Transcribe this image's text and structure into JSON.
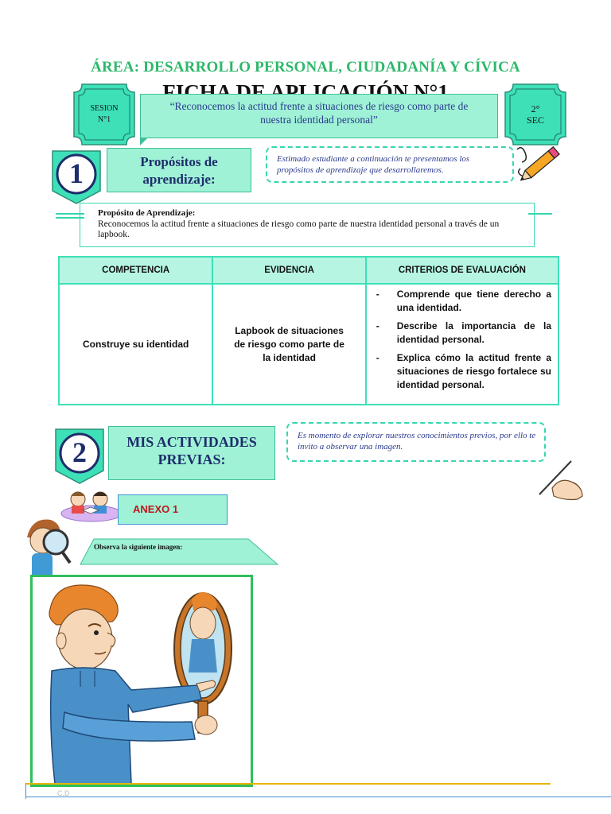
{
  "header": {
    "area": "ÁREA: DESARROLLO PERSONAL, CIUDADANÍA Y CÍVICA",
    "ficha": "FICHA DE APLICACIÓN N°1",
    "session_line1": "SESION",
    "session_line2": "N°1",
    "grade_line1": "2°",
    "grade_line2": "SEC",
    "title": "“Reconocemos la actitud frente a situaciones de riesgo como parte de nuestra identidad personal”"
  },
  "section1": {
    "number": "1",
    "heading": "Propósitos de aprendizaje:",
    "note": "Estimado estudiante a continuación te presentamos los propósitos de aprendizaje que desarrollaremos.",
    "purpose_label": "Propósito de Aprendizaje:",
    "purpose_text": "Reconocemos la actitud frente a situaciones de riesgo como parte de nuestra identidad personal a través de un lapbook."
  },
  "table": {
    "headers": [
      "COMPETENCIA",
      "EVIDENCIA",
      "CRITERIOS DE EVALUACIÓN"
    ],
    "competencia": "Construye su identidad",
    "evidencia": "Lapbook de situaciones de riesgo como parte de la identidad",
    "criterios": [
      "Comprende que tiene derecho a una identidad.",
      "Describe la importancia de la identidad personal.",
      "Explica cómo la actitud frente a situaciones de riesgo fortalece su identidad personal."
    ],
    "bullet": "-"
  },
  "section2": {
    "number": "2",
    "heading": "MIS ACTIVIDADES PREVIAS:",
    "note": "Es momento de explorar nuestros conocimientos previos, por ello te invito a observar una imagen.",
    "anexo": "ANEXO 1",
    "observa": "Observa la siguiente imagen:"
  },
  "footer": {
    "cd": "C.D"
  },
  "colors": {
    "mint": "#9ff2d6",
    "teal_border": "#36d6b0",
    "navy": "#1e2d6b",
    "green_title": "#2db86b"
  }
}
